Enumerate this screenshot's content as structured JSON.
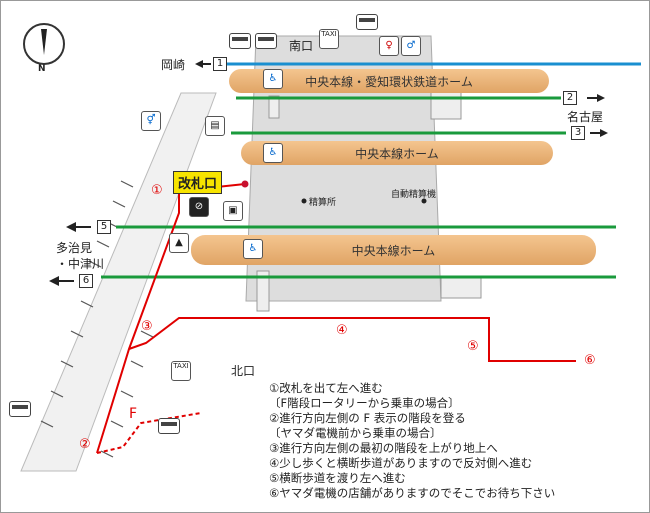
{
  "compass": {
    "label": "N"
  },
  "directions": {
    "okazaki": "岡崎",
    "nagoya": "名古屋",
    "tajimi": "多治見",
    "nakatsugawa": "・中津川",
    "south_exit": "南口",
    "north_exit": "北口"
  },
  "tracks": [
    "1",
    "2",
    "3",
    "5",
    "6"
  ],
  "platforms": {
    "top": "中央本線・愛知環状鉄道ホーム",
    "middle": "中央本線ホーム",
    "bottom": "中央本線ホーム"
  },
  "facilities": {
    "ticket_gate": "改札口",
    "fare_adjustment": "精算所",
    "auto_fare_machine": "自動精算機",
    "taxi": "TAXI"
  },
  "route_markers": {
    "m1": "①",
    "m2": "②",
    "m3": "③",
    "m4": "④",
    "m5": "⑤",
    "m6": "⑥",
    "stair_f": "F"
  },
  "legend": [
    "①改札を出て左へ進む",
    "〔F階段ロータリーから乗車の場合〕",
    "②進行方向左側の F 表示の階段を登る",
    "〔ヤマダ電機前から乗車の場合〕",
    "③進行方向左側の最初の階段を上がり地上へ",
    "④少し歩くと横断歩道がありますので反対側へ進む",
    "⑤横断歩道を渡り左へ進む",
    "⑥ヤマダ電機の店舗がありますのでそこでお待ち下さい"
  ],
  "colors": {
    "track_blue": "#1a8fd0",
    "track_green": "#1a9a3c",
    "route_red": "#e00000",
    "platform": "#e8b278",
    "ticket_gate_bg": "#f7e400"
  }
}
